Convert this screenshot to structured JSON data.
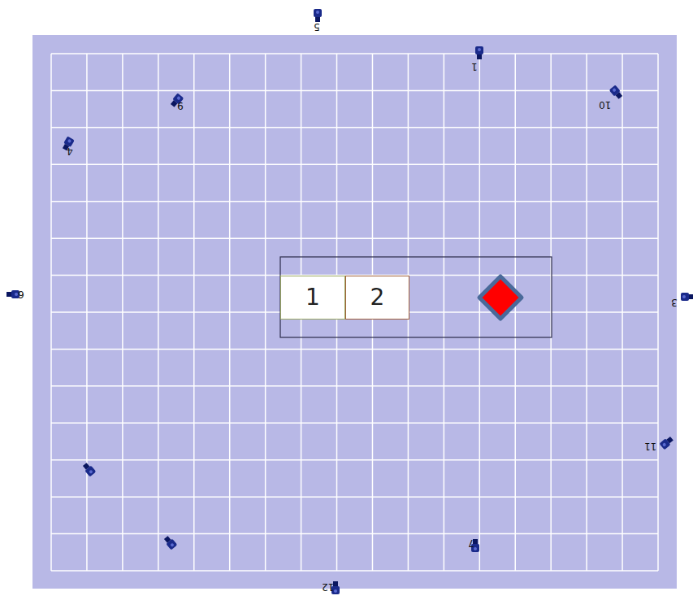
{
  "diagram": {
    "nodes": [
      {
        "text": [
          "1"
        ]
      },
      {
        "text": [
          "2"
        ]
      }
    ],
    "labels": [
      "5",
      "1",
      "10",
      "9",
      "4",
      "6",
      "3",
      "11",
      "7",
      "12"
    ]
  }
}
